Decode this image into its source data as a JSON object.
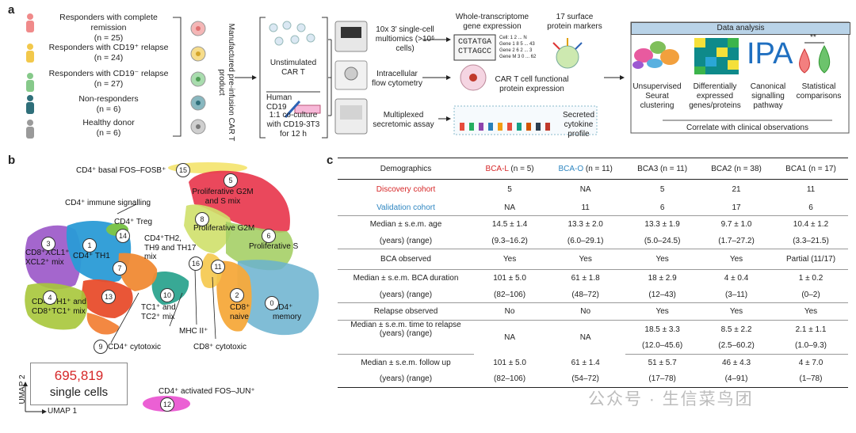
{
  "panel_a": {
    "letter": "a",
    "groups": [
      {
        "title": "Responders with complete remission",
        "n": "(n = 25)",
        "color": "#f08a8a"
      },
      {
        "title": "Responders with CD19⁺ relapse",
        "n": "(n = 24)",
        "color": "#f2c84b"
      },
      {
        "title": "Responders with CD19⁻ relapse",
        "n": "(n = 27)",
        "color": "#86c98a"
      },
      {
        "title": "Non-responders",
        "n": "(n = 6)",
        "color": "#2f6f7a"
      },
      {
        "title": "Healthy donor",
        "n": "(n = 6)",
        "color": "#9a9a9a"
      }
    ],
    "product_label": "Manufactured pre-infusion CAR T product",
    "unstimulated": "Unstimulated CAR T",
    "human_cd19": "Human CD19",
    "coculture": "1:1 co-culture with CD19-3T3 for 12 h",
    "assays": [
      "10x 3′ single-cell multiomics (>10⁶ cells)",
      "Intracellular flow cytometry",
      "Multiplexed secretomic assay"
    ],
    "whole_transcriptome": "Whole-transcriptome gene expression",
    "surface_markers": "17 surface protein markers",
    "seq1": "CGTATGA",
    "seq2": "CTTAGCC",
    "matrix_header": "Cell: 1 2 ... N",
    "matrix_rows": [
      "Gene 1   8 5 ... 43",
      "Gene 2   6 2 ... 3",
      "Gene M   3 0 ... 62"
    ],
    "car_protein": "CAR T cell functional protein expression",
    "secreted": "Secreted cytokine profile",
    "data_analysis": "Data analysis",
    "analyses": [
      "Unsupervised Seurat clustering",
      "Differentially expressed genes/proteins",
      "Canonical signalling pathway",
      "Statistical comparisons"
    ],
    "ipa": "IPA",
    "significance": "**",
    "correlate": "Correlate with clinical observations"
  },
  "panel_b": {
    "letter": "b",
    "cell_count": "695,819",
    "cell_count_label": "single cells",
    "axis_y": "UMAP 2",
    "axis_x": "UMAP 1",
    "labels": {
      "c15": "CD4⁺ basal FOS–FOSB⁺",
      "c5": "Proliferative G2M and S mix",
      "c14_a": "CD4⁺ immune signalling",
      "c14_b": "CD4⁺ Treg",
      "c8": "Proliferative G2M",
      "c6": "Proliferative S",
      "c3": "CD8⁺XCL1⁺ XCL2⁺ mix",
      "c1": "CD4⁺ TH1",
      "c7": "CD4⁺TH2, TH9 and TH17 mix",
      "c4": "CD4⁺TH1⁺ and CD8⁺TC1⁺ mix",
      "c10": "TC1⁺ and TC2⁺ mix",
      "c2": "CD8⁺ naive",
      "c0": "CD4⁺ memory",
      "c16": "MHC II⁺",
      "c11": "CD8⁺ cytotoxic",
      "c9": "CD4⁺ cytotoxic",
      "c12": "CD4⁺ activated FOS–JUN⁺"
    },
    "cluster_ids": [
      "15",
      "5",
      "14",
      "8",
      "6",
      "3",
      "1",
      "7",
      "16",
      "11",
      "13",
      "4",
      "10",
      "2",
      "0",
      "9",
      "12"
    ]
  },
  "panel_c": {
    "letter": "c",
    "header": {
      "label": "Demographics",
      "bcal": "BCA-L",
      "bcal_n": " (n = 5)",
      "bcao": "BCA-O",
      "bcao_n": " (n = 11)",
      "bca3": "BCA3 (n = 11)",
      "bca2": "BCA2 (n = 38)",
      "bca1": "BCA1 (n = 17)"
    },
    "rows": [
      {
        "label": "Discovery cohort",
        "label_color": "red",
        "vals": [
          "5",
          "NA",
          "5",
          "21",
          "11"
        ]
      },
      {
        "label": "Validation cohort",
        "label_color": "blue",
        "vals": [
          "NA",
          "11",
          "6",
          "17",
          "6"
        ]
      },
      {
        "label": "Median ± s.e.m. age",
        "label2": "(years) (range)",
        "vals": [
          "14.5 ± 1.4",
          "13.3 ± 2.0",
          "13.3 ± 1.9",
          "9.7 ± 1.0",
          "10.4 ± 1.2"
        ],
        "vals2": [
          "(9.3–16.2)",
          "(6.0–29.1)",
          "(5.0–24.5)",
          "(1.7–27.2)",
          "(3.3–21.5)"
        ]
      },
      {
        "label": "BCA observed",
        "vals": [
          "Yes",
          "Yes",
          "Yes",
          "Yes",
          "Partial (11/17)"
        ]
      },
      {
        "label": "Median ± s.e.m. BCA duration",
        "label2": "(years) (range)",
        "vals": [
          "101 ± 5.0",
          "61 ± 1.8",
          "18 ± 2.9",
          "4 ± 0.4",
          "1 ± 0.2"
        ],
        "vals2": [
          "(82–106)",
          "(48–72)",
          "(12–43)",
          "(3–11)",
          "(0–2)"
        ]
      },
      {
        "label": "Relapse observed",
        "vals": [
          "No",
          "No",
          "Yes",
          "Yes",
          "Yes"
        ]
      },
      {
        "label": "Median ± s.e.m. time to relapse",
        "label2": "(years) (range)",
        "vals": [
          "",
          "",
          "18.5 ± 3.3",
          "8.5 ± 2.2",
          "2.1 ± 1.1"
        ],
        "vals2": [
          "",
          "",
          "(12.0–45.6)",
          "(2.5–60.2)",
          "(1.0–9.3)"
        ],
        "na": [
          "NA",
          "NA"
        ]
      },
      {
        "label": "Median ± s.e.m. follow up",
        "label2": "(years) (range)",
        "vals": [
          "101 ± 5.0",
          "61 ± 1.4",
          "51 ± 5.7",
          "46 ± 4.3",
          "4 ± 7.0"
        ],
        "vals2": [
          "(82–106)",
          "(54–72)",
          "(17–78)",
          "(4–91)",
          "(1–78)"
        ]
      }
    ]
  },
  "watermark": "公众号 · 生信菜鸟团"
}
